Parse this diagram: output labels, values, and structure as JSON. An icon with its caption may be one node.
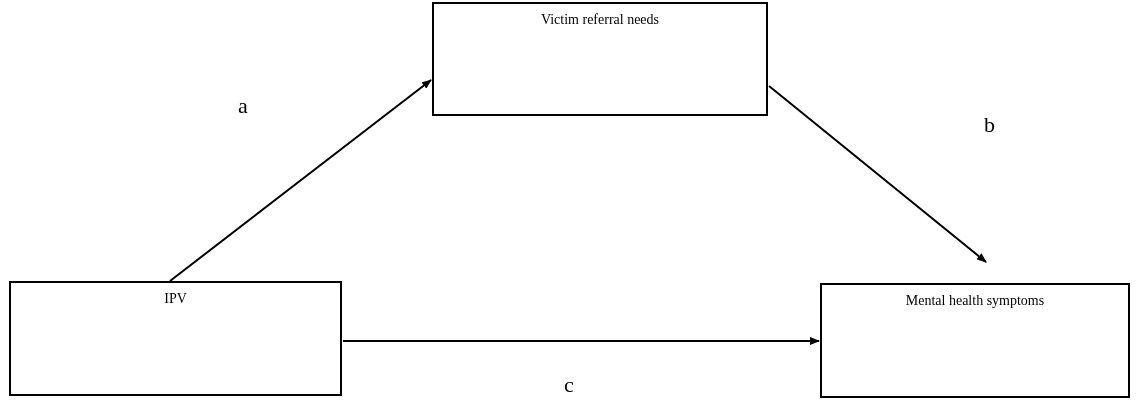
{
  "diagram": {
    "nodes": [
      {
        "text": [
          "Victim referral needs"
        ]
      },
      {
        "text": [
          "IPV"
        ]
      },
      {
        "text": [
          "Mental health symptoms"
        ]
      }
    ],
    "edges": [
      {
        "from": 1,
        "to": 0,
        "arrow": "to",
        "label": "a"
      },
      {
        "from": 0,
        "to": 2,
        "arrow": "to",
        "label": "b"
      },
      {
        "from": 1,
        "to": 2,
        "arrow": "to",
        "label": "c"
      }
    ]
  }
}
